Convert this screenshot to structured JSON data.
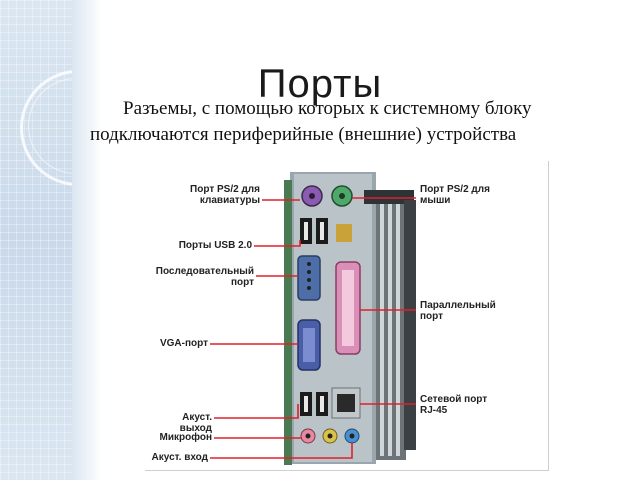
{
  "slide": {
    "title": "Порты",
    "subtitle_line1": "Разъемы, с помощью которых к системному блоку",
    "subtitle_line2": "подключаются периферийные (внешние) устройства"
  },
  "figure": {
    "labels": {
      "ps2_keyboard": "Порт PS/2 для\nклавиатуры",
      "ps2_mouse": "Порт PS/2 для\nмыши",
      "usb": "Порты USB 2.0",
      "serial": "Последовательный\nпорт",
      "parallel": "Параллельный\nпорт",
      "vga": "VGA-порт",
      "network": "Сетевой порт\nRJ-45",
      "audio_out": "Акуст. выход",
      "microphone": "Микрофон",
      "audio_in": "Акуст. вход"
    },
    "colors": {
      "leader_line": "#e0202a",
      "ps2_keyboard": "#8a5bb0",
      "ps2_mouse": "#4ea86a",
      "parallel": "#d98fb8",
      "vga": "#4a5ea8",
      "serial": "#4d6ea8",
      "audio_out": "#e68aa0",
      "microphone": "#d9c24a",
      "audio_in": "#4a8fd0"
    }
  }
}
